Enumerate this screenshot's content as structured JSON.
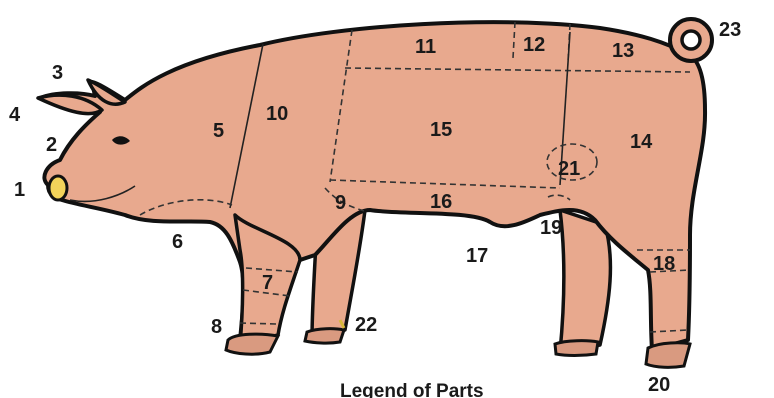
{
  "diagram": {
    "part_numbers": [
      "1",
      "2",
      "3",
      "4",
      "5",
      "6",
      "7",
      "8",
      "9",
      "10",
      "11",
      "12",
      "13",
      "14",
      "15",
      "16",
      "17",
      "18",
      "19",
      "20",
      "21",
      "22",
      "23"
    ],
    "caption": "Legend of Parts"
  },
  "colors": {
    "skin": "#e8a98e",
    "outline": "#111111",
    "snout": "#f2d35a"
  }
}
